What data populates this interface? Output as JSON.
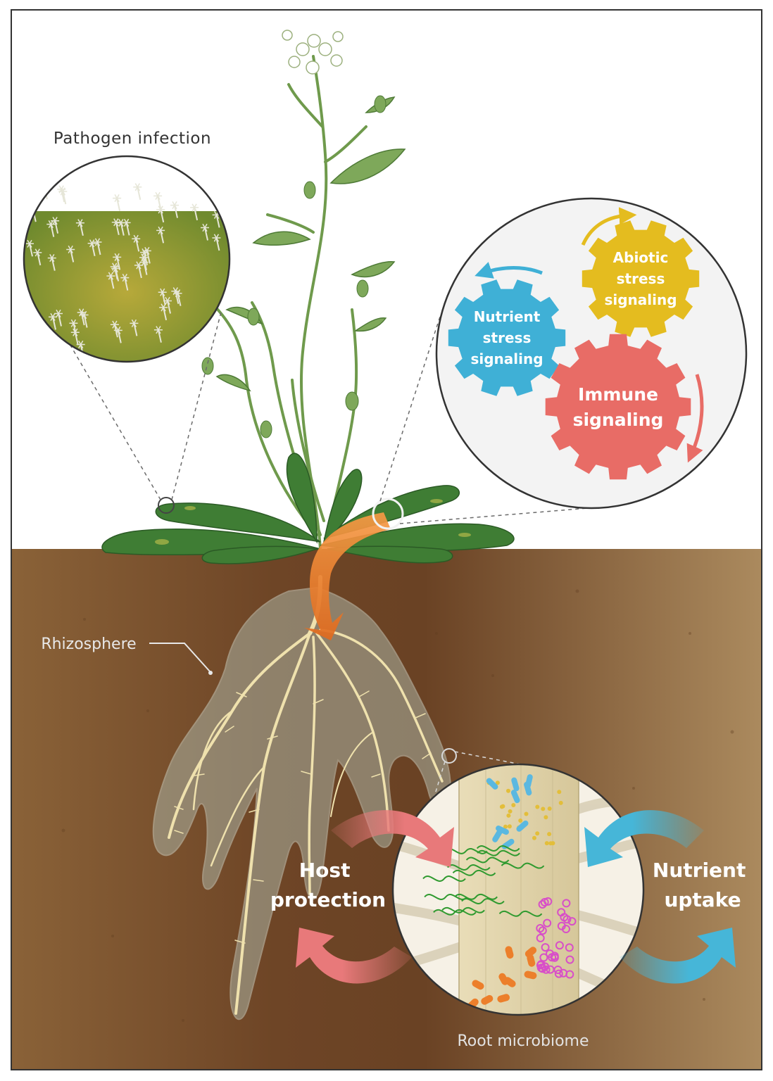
{
  "labels": {
    "pathogen_infection": "Pathogen infection",
    "rhizosphere": "Rhizosphere",
    "root_microbiome": "Root microbiome",
    "host_protection": [
      "Host",
      "protection"
    ],
    "nutrient_uptake": [
      "Nutrient",
      "uptake"
    ]
  },
  "gears": {
    "abiotic": [
      "Abiotic",
      "stress",
      "signaling"
    ],
    "nutrient": [
      "Nutrient",
      "stress",
      "signaling"
    ],
    "immune": [
      "Immune",
      "signaling"
    ]
  },
  "colors": {
    "soil": "#7a4f2c",
    "soil_light": "#a4825a",
    "leaf": "#3f7d34",
    "stem": "#6f9a4c",
    "root": "#f1e3b0",
    "rhizosphere": "#a9b0a0",
    "arrow_orange": "#e8792a",
    "gear_yellow": "#e4bc1f",
    "gear_blue": "#3fb0d6",
    "gear_red": "#e86c66",
    "arrow_pink": "#e8797a",
    "arrow_cyan": "#46b6d8",
    "bacteria_blue": "#5bb8e0",
    "bacteria_yellow": "#e3be3a",
    "bacteria_pink": "#d84fc8",
    "bacteria_orange": "#ec7f2b",
    "fungus_green": "#2f9a2f"
  }
}
